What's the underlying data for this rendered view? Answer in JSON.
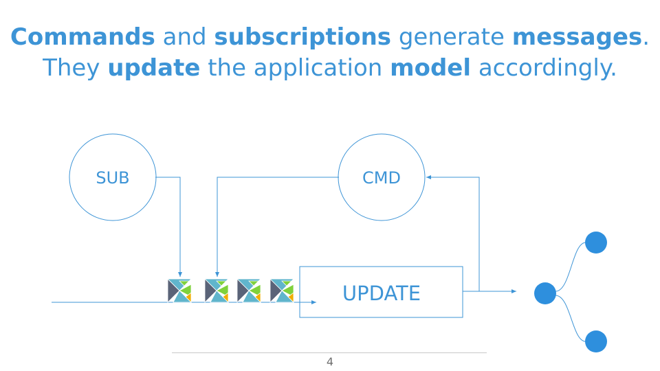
{
  "title": {
    "line1": [
      {
        "text": "Commands",
        "bold": true
      },
      {
        "text": " and ",
        "bold": false
      },
      {
        "text": "subscriptions",
        "bold": true
      },
      {
        "text": " generate ",
        "bold": false
      },
      {
        "text": "messages",
        "bold": true
      },
      {
        "text": ".",
        "bold": false
      }
    ],
    "line2": [
      {
        "text": "They ",
        "bold": false
      },
      {
        "text": "update",
        "bold": true
      },
      {
        "text": " the application ",
        "bold": false
      },
      {
        "text": "model",
        "bold": true
      },
      {
        "text": " accordingly.",
        "bold": false
      }
    ]
  },
  "diagram": {
    "sub_label": "SUB",
    "cmd_label": "CMD",
    "update_label": "UPDATE",
    "message_count": 4,
    "accent_color": "#3d94d6",
    "node_fill": "#2e8fdd",
    "icon_colors": [
      "#5a6378",
      "#7fd13b",
      "#f0ad00",
      "#60b5cc"
    ]
  },
  "footer": {
    "page_number": "4"
  }
}
